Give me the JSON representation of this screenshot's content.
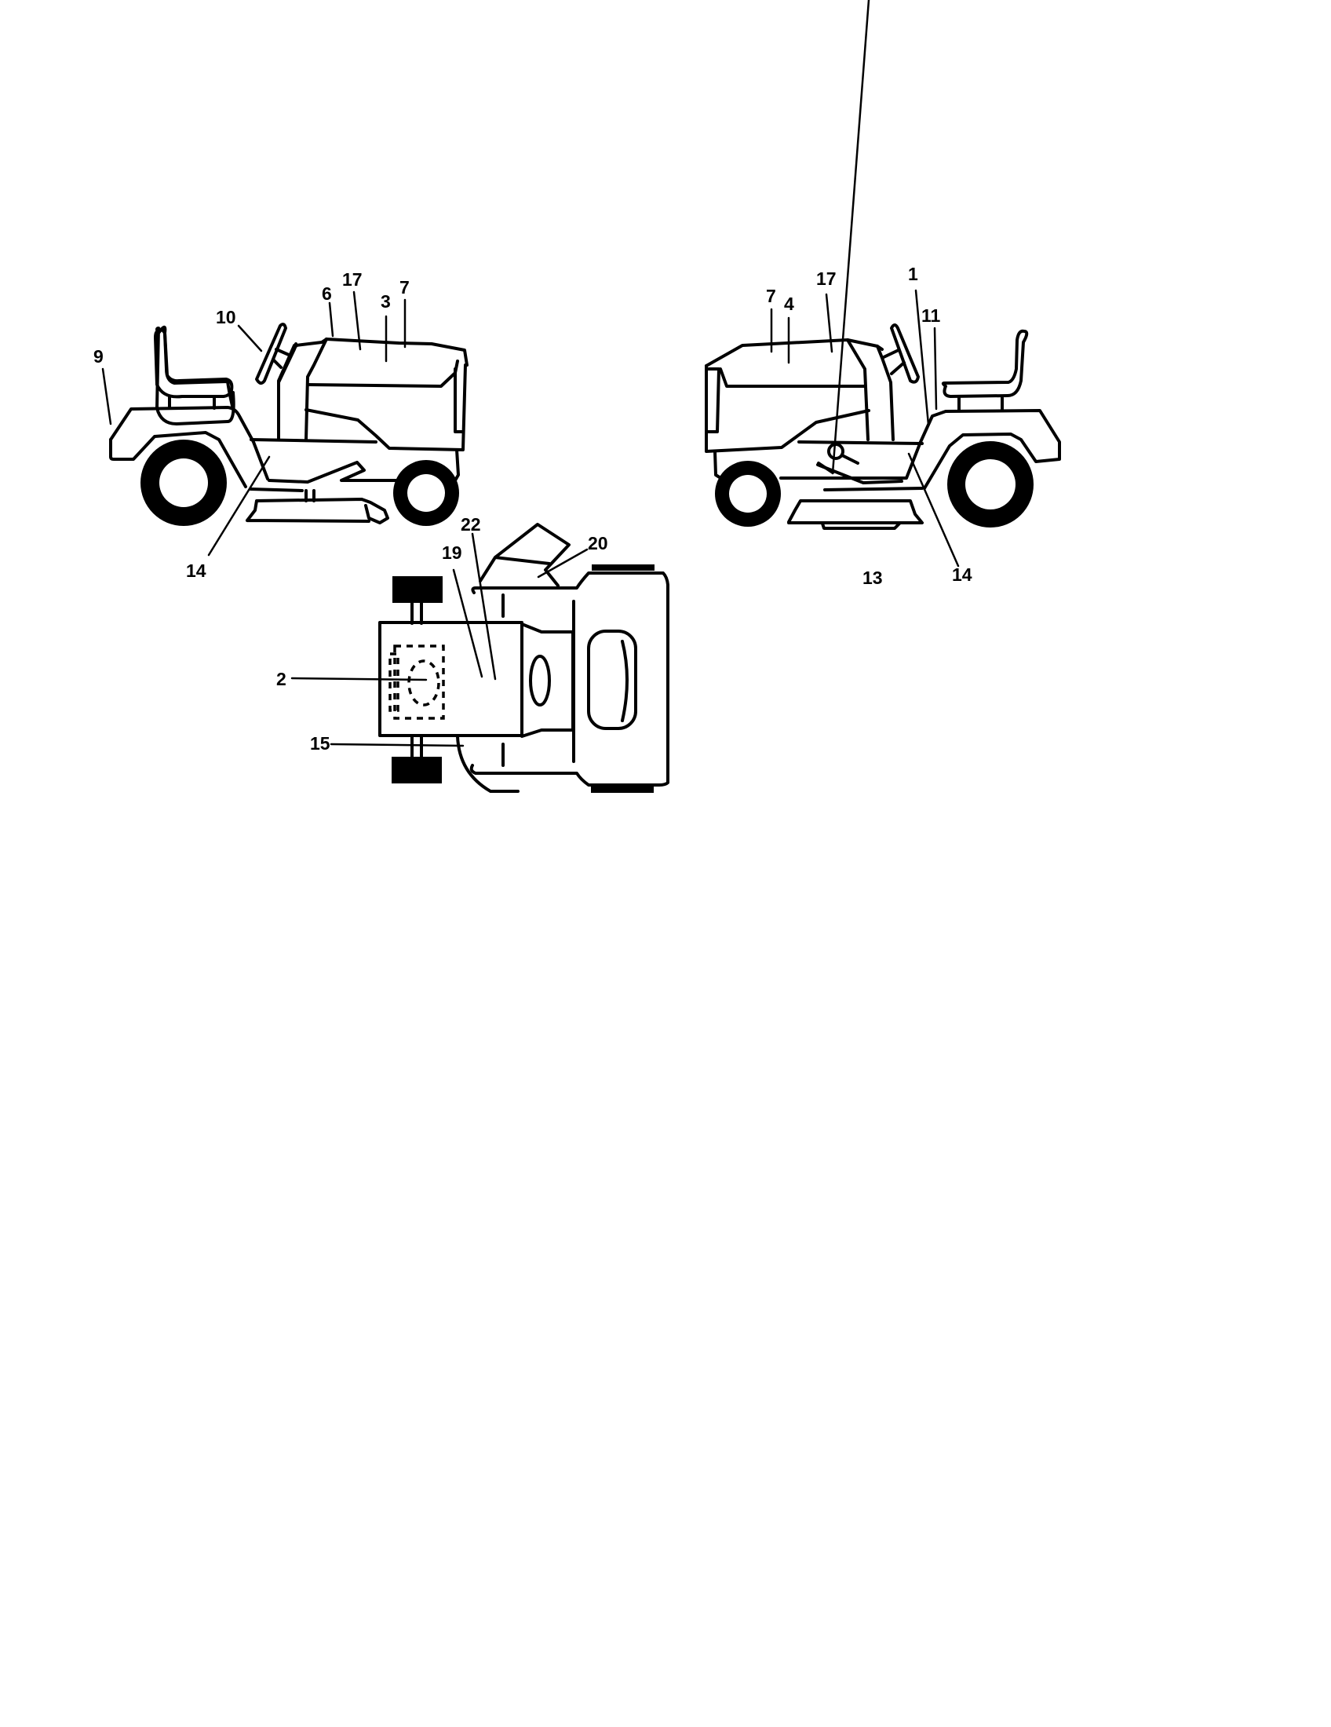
{
  "diagram": {
    "subject": "Riding lawn tractor decal / label location diagram",
    "views": [
      {
        "name": "left-side-view",
        "callouts": [
          {
            "id": "9",
            "label": "9"
          },
          {
            "id": "10",
            "label": "10"
          },
          {
            "id": "6",
            "label": "6"
          },
          {
            "id": "17",
            "label": "17"
          },
          {
            "id": "3",
            "label": "3"
          },
          {
            "id": "7",
            "label": "7"
          },
          {
            "id": "14",
            "label": "14"
          }
        ]
      },
      {
        "name": "right-side-view",
        "callouts": [
          {
            "id": "7",
            "label": "7"
          },
          {
            "id": "4",
            "label": "4"
          },
          {
            "id": "17",
            "label": "17"
          },
          {
            "id": "1",
            "label": "1"
          },
          {
            "id": "11",
            "label": "11"
          },
          {
            "id": "13",
            "label": "13"
          },
          {
            "id": "14",
            "label": "14"
          }
        ]
      },
      {
        "name": "top-view",
        "callouts": [
          {
            "id": "22",
            "label": "22"
          },
          {
            "id": "19",
            "label": "19"
          },
          {
            "id": "20",
            "label": "20"
          },
          {
            "id": "2",
            "label": "2"
          },
          {
            "id": "15",
            "label": "15"
          }
        ]
      }
    ]
  }
}
